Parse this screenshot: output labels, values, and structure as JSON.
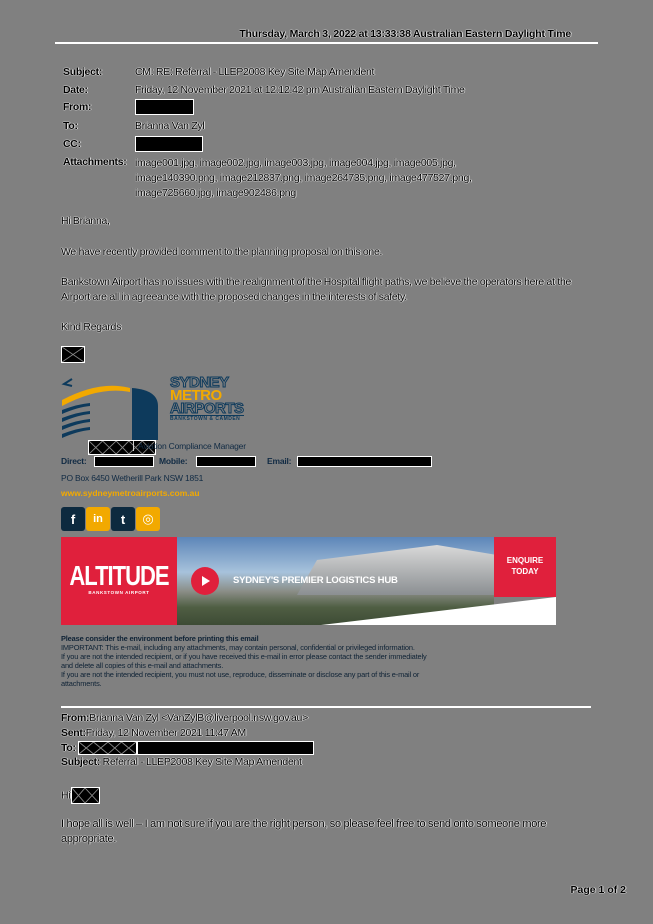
{
  "print_header": {
    "timestamp": "Thursday, March 3, 2022 at 13:33:38 Australian Eastern Daylight Time"
  },
  "email_header": {
    "subject_label": "Subject:",
    "subject": "CM: RE: Referral - LLEP2008 Key Site Map Amendent",
    "date_label": "Date:",
    "date": "Friday, 12 November 2021 at 12:12:42 pm Australian Eastern Daylight Time",
    "from_label": "From:",
    "from": "[redacted]",
    "to_label": "To:",
    "to": "Brianna Van Zyl",
    "cc_label": "CC:",
    "cc": "[redacted]",
    "attachments_label": "Attachments:",
    "attachments_line1": "image001.jpg, image002.jpg, image003.jpg, image004.jpg, image005.jpg,",
    "attachments_line2": "image140390.png, image212837.png, image264735.png, image477527.png,",
    "attachments_line3": "image725660.jpg, image902486.png",
    "attachments": [
      "image001.jpg",
      "image002.jpg",
      "image003.jpg",
      "image004.jpg",
      "image005.jpg",
      "image140390.png",
      "image212837.png",
      "image264735.png",
      "image477527.png",
      "image725660.jpg",
      "image902486.png"
    ]
  },
  "reply_body": {
    "greeting": "Hi Brianna,",
    "para1": "We have recently provided comment to the planning proposal on this one.",
    "para2": "Bankstown Airport has no issues with the realignment of the Hospital flight paths, we believe the operators here at the Airport are all in agreeance with the proposed changes in the interests of safety.",
    "closing": "Kind Regards"
  },
  "signature": {
    "logo": {
      "line1": "SYDNEY",
      "line2": "METRO",
      "line3": "AIRPORTS",
      "line4": "BANKSTOWN & CAMDEN"
    },
    "name": "[redacted]",
    "title": "Aviation Compliance Manager",
    "direct_label": "Direct:",
    "mobile_label": "Mobile:",
    "email_label": "Email:",
    "address": "PO Box 6450 Wetherill Park NSW 1851",
    "website": "www.sydneymetroairports.com.au",
    "social": [
      {
        "name": "facebook",
        "glyph": "f",
        "color": "#0d2a3f"
      },
      {
        "name": "linkedin",
        "glyph": "in",
        "color": "#f2a900"
      },
      {
        "name": "twitter",
        "glyph": "t",
        "color": "#0d2a3f"
      },
      {
        "name": "instagram",
        "glyph": "◎",
        "color": "#f2a900"
      }
    ]
  },
  "banner": {
    "brand": "ALTITUDE",
    "brand_sub": "BANKSTOWN AIRPORT",
    "headline": "SYDNEY'S PREMIER LOGISTICS HUB",
    "cta_line1": "ENQUIRE",
    "cta_line2": "TODAY",
    "accent": "#e0203c"
  },
  "disclaimer": {
    "line1": "Please consider the environment before printing this email",
    "line2": "IMPORTANT: This e-mail, including any attachments, may contain personal, confidential or privileged information.",
    "line3": "If you are not the intended recipient, or if you have received this e-mail in error please contact the sender immediately",
    "line4": "and delete all copies of this e-mail and attachments.",
    "line5": "If you are not the intended recipient, you must not use, reproduce, disseminate or disclose any part of this e-mail or",
    "line6": "attachments."
  },
  "forwarded": {
    "from_label": "From:",
    "from": "Brianna Van Zyl <VanZylB@liverpool.nsw.gov.au>",
    "sent_label": "Sent:",
    "sent": "Friday, 12 November 2021 11:47 AM",
    "to_label": "To:",
    "subject_label": "Subject:",
    "subject": "Referral - LLEP2008 Key Site Map Amendent",
    "greeting": "Hi",
    "para1": "I hope all is well – I am not sure if you are the right person, so please feel free to send onto someone more appropriate."
  },
  "footer": {
    "page": "Page 1 of 2"
  }
}
